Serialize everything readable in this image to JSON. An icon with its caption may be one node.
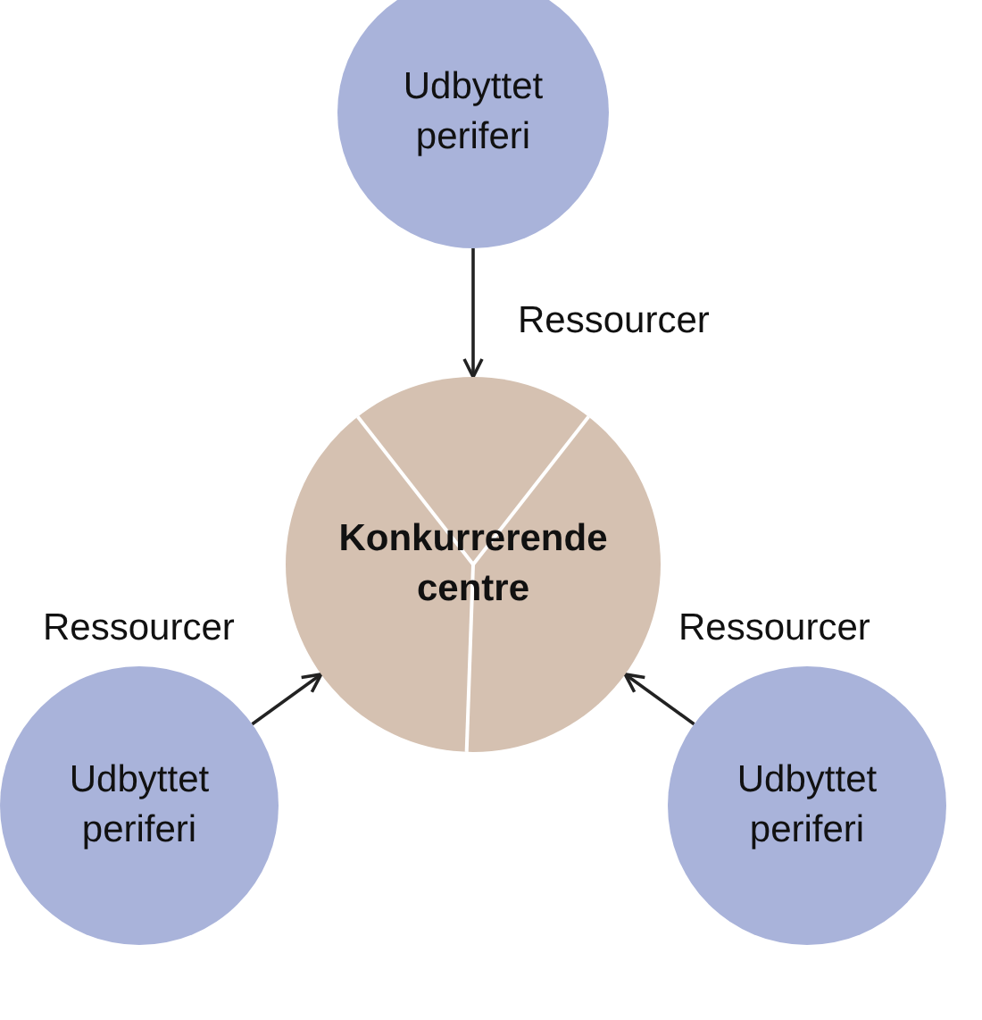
{
  "diagram": {
    "nodes": [
      {
        "text": [
          "Udbyttet periferi"
        ]
      },
      {
        "text": [
          "Konkurrerende centre"
        ]
      },
      {
        "text": [
          "Udbyttet periferi"
        ]
      },
      {
        "text": [
          "Udbyttet periferi"
        ]
      }
    ],
    "edges": [
      {
        "from": 0,
        "to": 1,
        "arrow": "to",
        "label": "Ressourcer"
      },
      {
        "from": 2,
        "to": 1,
        "arrow": "to",
        "label": "Ressourcer"
      },
      {
        "from": 3,
        "to": 1,
        "arrow": "to",
        "label": "Ressourcer"
      }
    ]
  }
}
